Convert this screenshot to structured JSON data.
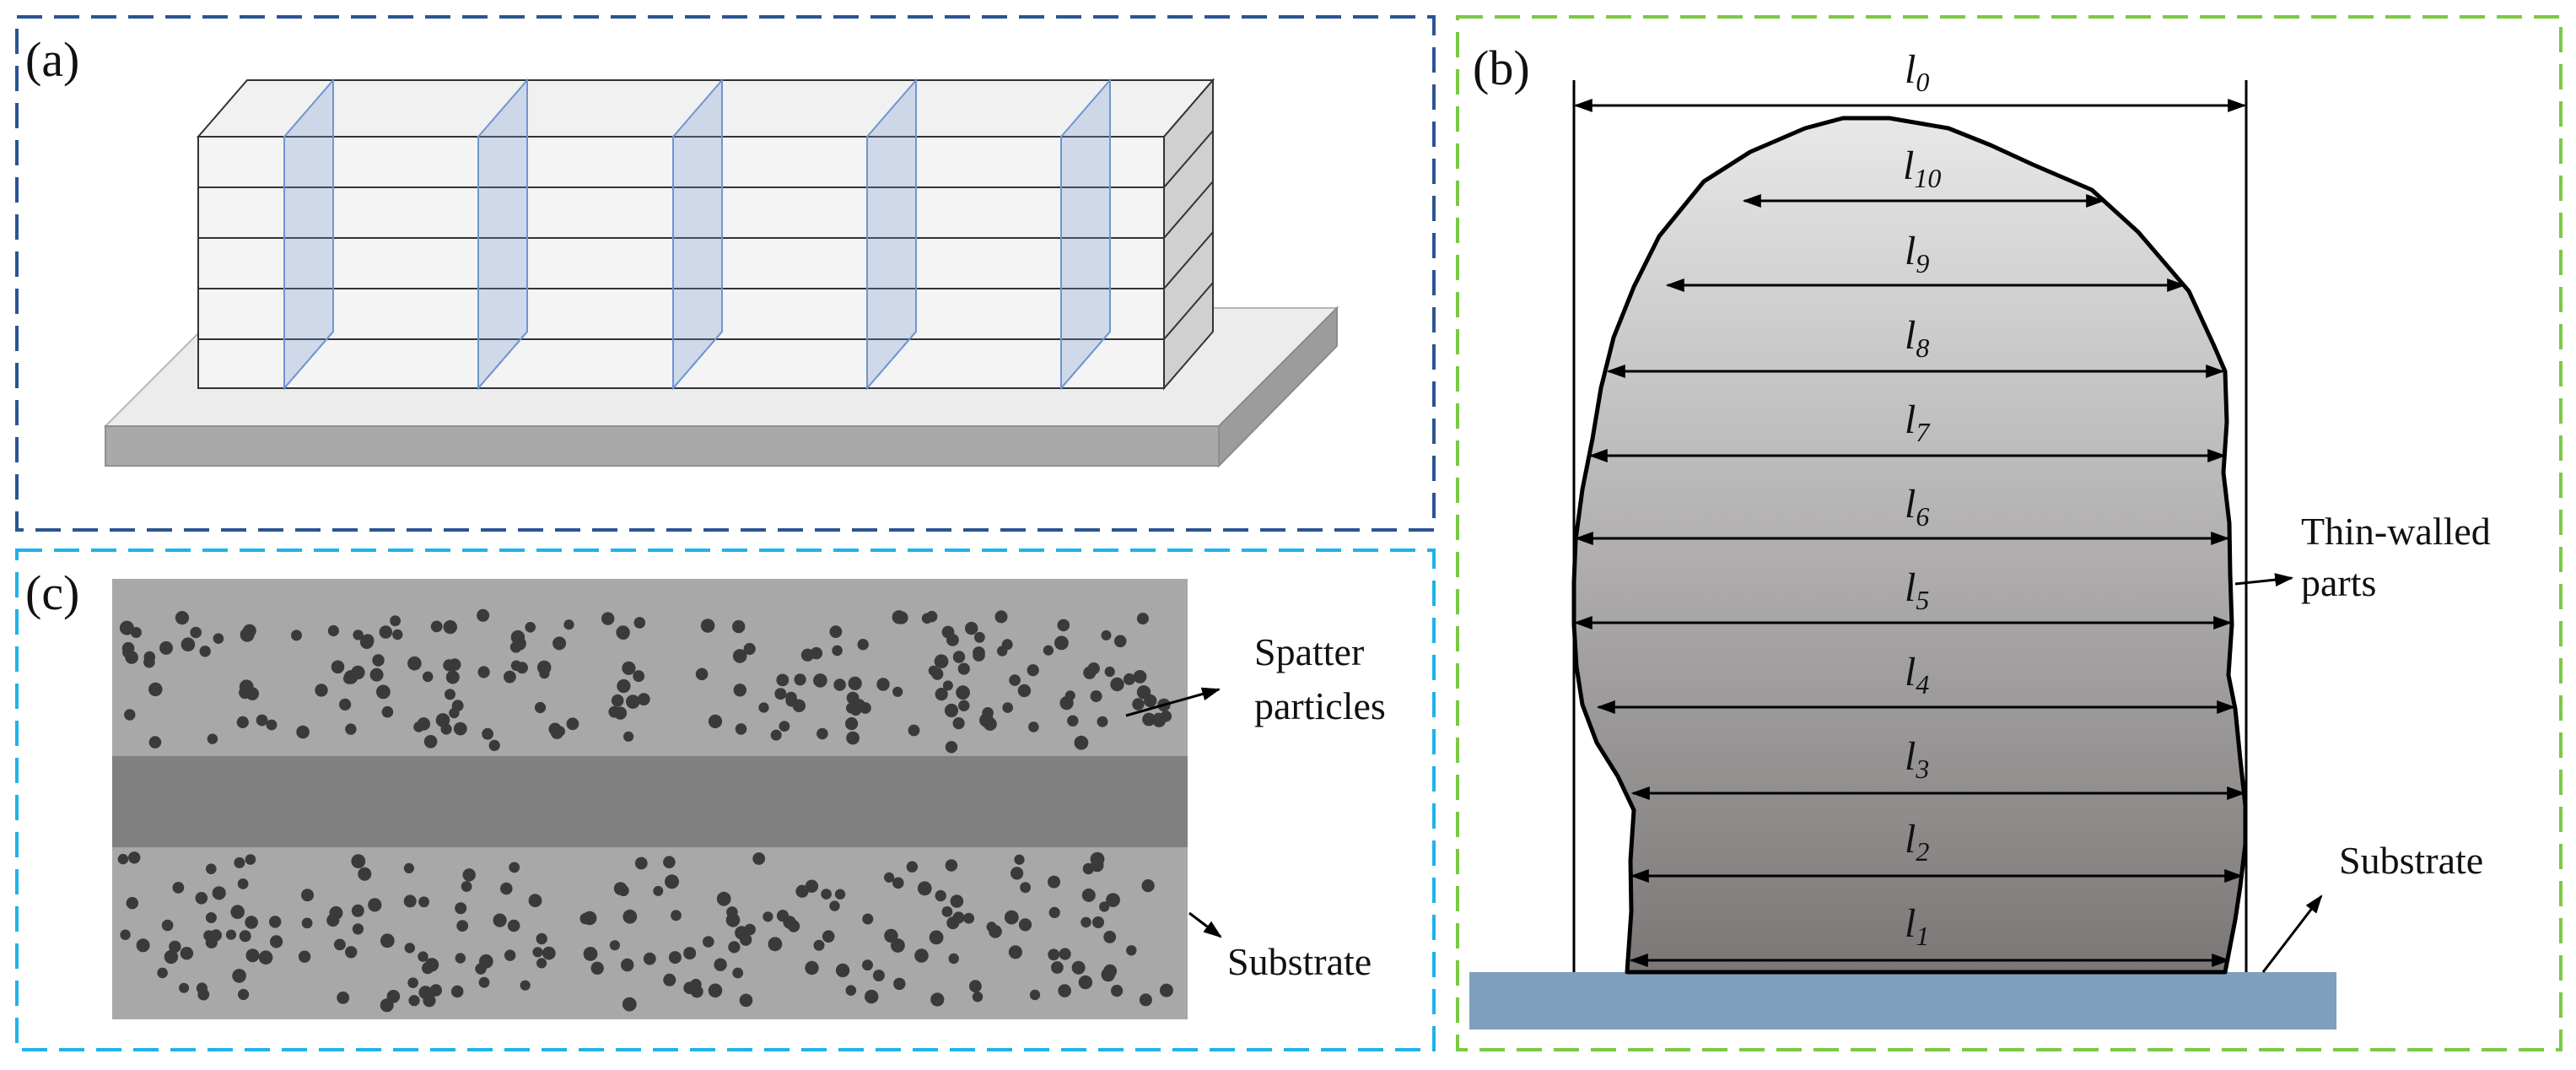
{
  "panels": {
    "a": {
      "label": "(a)"
    },
    "b": {
      "label": "(b)",
      "width_labels": [
        {
          "base": "l",
          "sub": "0"
        },
        {
          "base": "l",
          "sub": "10"
        },
        {
          "base": "l",
          "sub": "9"
        },
        {
          "base": "l",
          "sub": "8"
        },
        {
          "base": "l",
          "sub": "7"
        },
        {
          "base": "l",
          "sub": "6"
        },
        {
          "base": "l",
          "sub": "5"
        },
        {
          "base": "l",
          "sub": "4"
        },
        {
          "base": "l",
          "sub": "3"
        },
        {
          "base": "l",
          "sub": "2"
        },
        {
          "base": "l",
          "sub": "1"
        }
      ],
      "thin_walled_line1": "Thin-walled",
      "thin_walled_line2": "parts",
      "substrate": "Substrate"
    },
    "c": {
      "label": "(c)",
      "spatter_line1": "Spatter",
      "spatter_line2": "particles",
      "substrate": "Substrate"
    }
  },
  "colors": {
    "frame_a": "#2b5592",
    "frame_b": "#7ac943",
    "frame_c": "#1fb3e8",
    "plane": "#6f95d0",
    "substrate_b": "#7f9fbd",
    "particle": "#3a3a3a"
  }
}
